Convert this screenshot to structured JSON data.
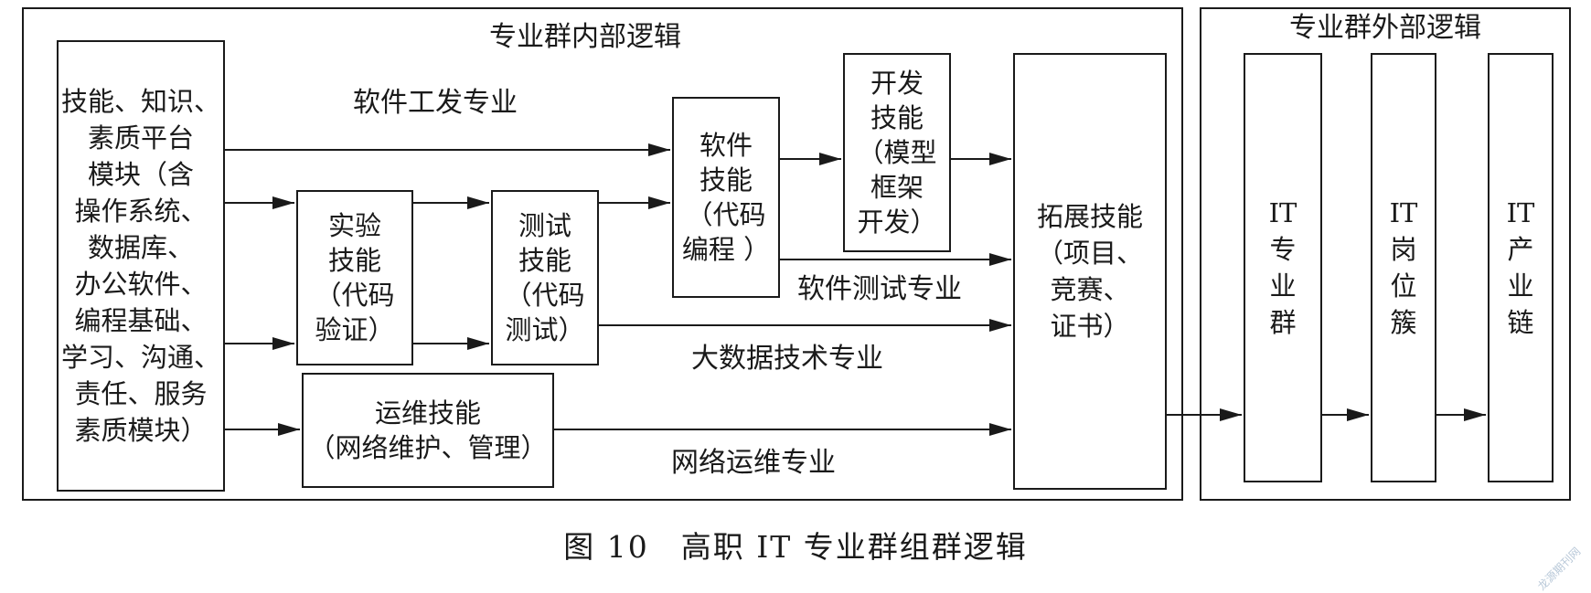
{
  "frames": {
    "internal_title": "专业群内部逻辑",
    "external_title": "专业群外部逻辑"
  },
  "platform": {
    "lines": [
      "技能、知识、",
      "素质平台",
      "模块（含",
      "操作系统、",
      "数据库、",
      "办公软件、",
      "编程基础、",
      "学习、沟通、",
      "责任、服务",
      "素质模块）"
    ]
  },
  "boxes": {
    "experiment": [
      "实验",
      "技能",
      "（代码",
      "验证）"
    ],
    "testing": [
      "测试",
      "技能",
      "（代码",
      "测试）"
    ],
    "software": [
      "软件",
      "技能",
      "（代码",
      "编程 ）"
    ],
    "development": [
      "开发",
      "技能",
      "（模型",
      "框架",
      "开发）"
    ],
    "ops": [
      "运维技能",
      "（网络维护、管理）"
    ],
    "extended": [
      "拓展技能",
      "（项目、",
      "竞赛、",
      "证书）"
    ]
  },
  "track_labels": {
    "software_dev": "软件工发专业",
    "software_test": "软件测试专业",
    "big_data": "大数据技术专业",
    "network_ops": "网络运维专业"
  },
  "external": {
    "it_group": [
      "IT",
      "专",
      "业",
      "群"
    ],
    "it_posts": [
      "IT",
      "岗",
      "位",
      "簇"
    ],
    "it_chain": [
      "IT",
      "产",
      "业",
      "链"
    ]
  },
  "caption": "图 10　高职 IT 专业群组群逻辑",
  "watermark": "龙源期刊网"
}
